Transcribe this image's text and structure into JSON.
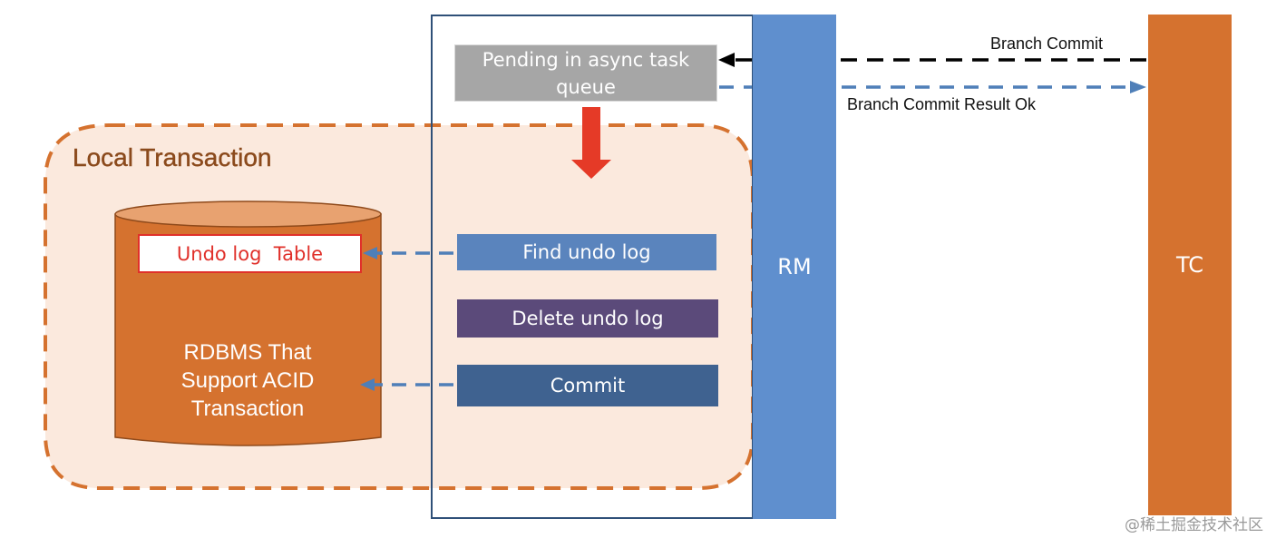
{
  "diagram": {
    "local_transaction": {
      "title": "Local Transaction",
      "database": {
        "label_lines": [
          "RDBMS That",
          "Support ACID",
          "Transaction"
        ],
        "table_label": "Undo log  Table"
      }
    },
    "rm_steps": {
      "pending": [
        "Pending in async task",
        "queue"
      ],
      "find": "Find undo log",
      "delete": "Delete undo log",
      "commit": "Commit"
    },
    "participants": {
      "rm": "RM",
      "tc": "TC"
    },
    "messages": {
      "branch_commit": "Branch Commit",
      "branch_commit_result": "Branch Commit Result Ok"
    },
    "colors": {
      "rm": "#5f8fce",
      "tc": "#d5722f",
      "local_tx_fill": "#fbe9dd",
      "local_tx_border": "#d5722f",
      "flow_arrow": "#e53a27",
      "message_result": "#4f7fb8",
      "message_commit": "#000000"
    }
  },
  "watermark": "@稀土掘金技术社区"
}
